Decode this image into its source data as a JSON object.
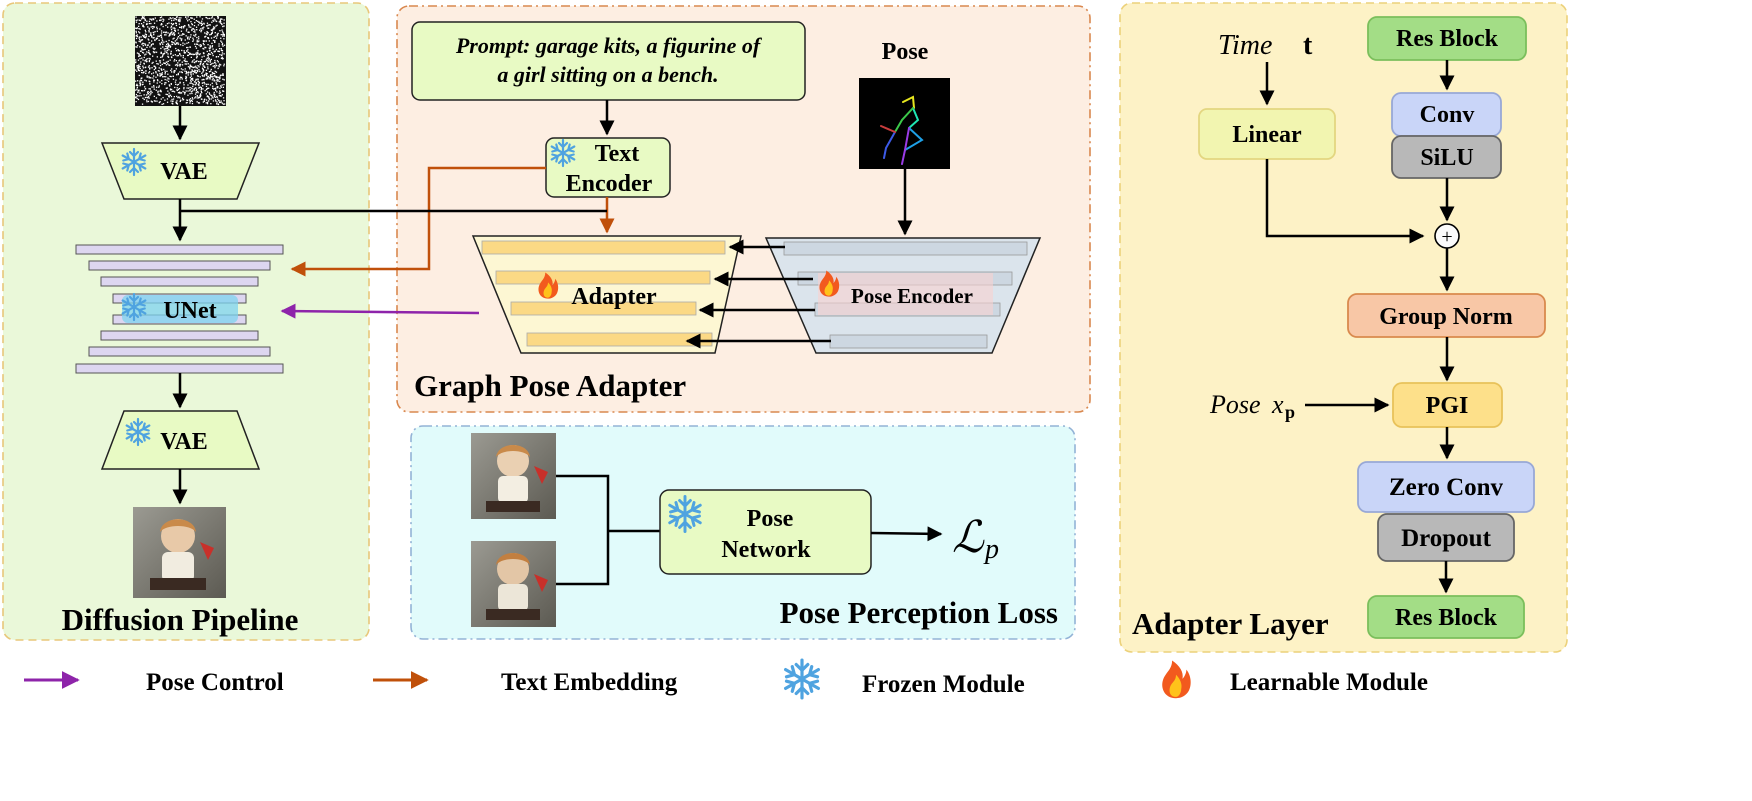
{
  "diffusion": {
    "title": "Diffusion Pipeline",
    "vae_top": "VAE",
    "unet": "UNet",
    "vae_bottom": "VAE"
  },
  "adapter_panel": {
    "title": "Graph Pose Adapter",
    "prompt_line1": "Prompt: garage kits, a figurine of",
    "prompt_line2": "a girl sitting on a bench.",
    "text_encoder_line1": "Text",
    "text_encoder_line2": "Encoder",
    "pose_label": "Pose",
    "adapter": "Adapter",
    "pose_encoder": "Pose Encoder"
  },
  "loss_panel": {
    "title": "Pose Perception Loss",
    "network_line1": "Pose",
    "network_line2": "Network",
    "loss_symbol": "ℒ",
    "loss_subscript": "p"
  },
  "layer_panel": {
    "title": "Adapter Layer",
    "time_label": "Time",
    "time_symbol": "t",
    "res_block_top": "Res Block",
    "linear": "Linear",
    "conv": "Conv",
    "silu": "SiLU",
    "plus": "+",
    "group_norm": "Group Norm",
    "pose_label": "Pose",
    "pose_symbol": "x",
    "pose_subscript": "p",
    "pgi": "PGI",
    "zero_conv": "Zero Conv",
    "dropout": "Dropout",
    "res_block_bottom": "Res Block"
  },
  "legend": {
    "pose_control": "Pose Control",
    "text_embedding": "Text Embedding",
    "frozen_module": "Frozen Module",
    "learnable_module": "Learnable Module"
  },
  "colors": {
    "pose_control": "#8e24aa",
    "text_embedding": "#c0500a",
    "frozen": "#4fa3e0",
    "flame": "#f25a1e"
  }
}
